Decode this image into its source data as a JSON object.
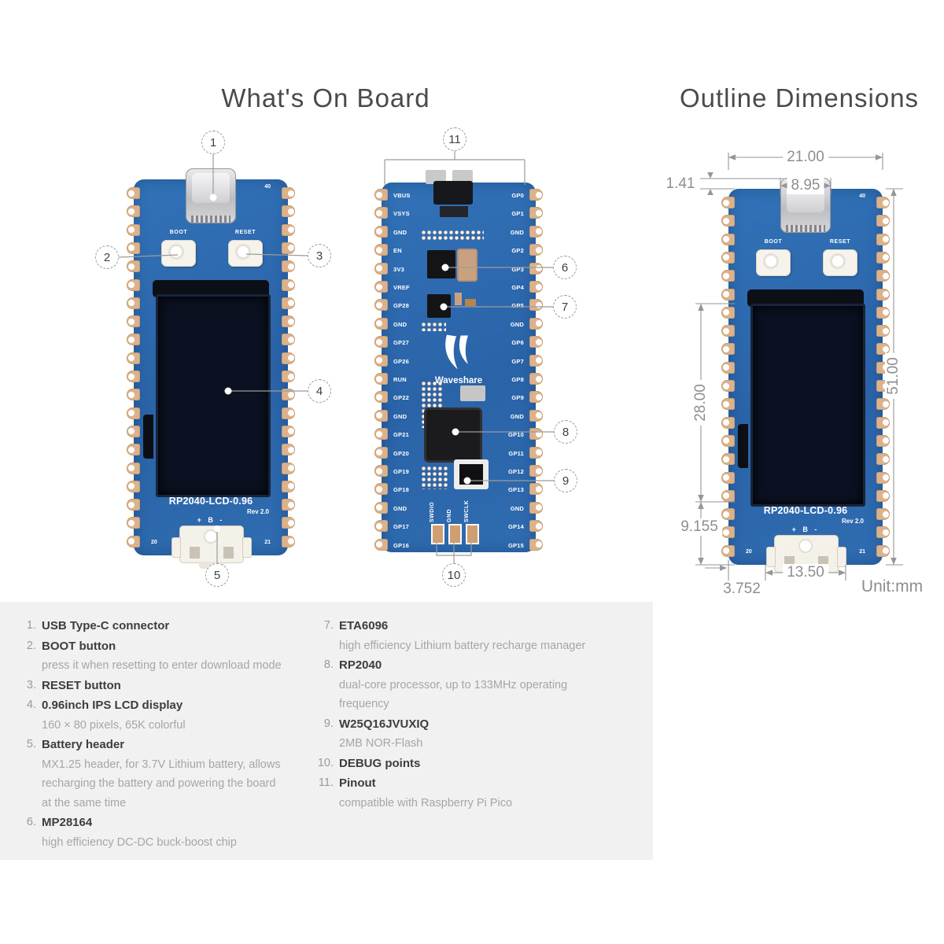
{
  "titles": {
    "left": "What's On Board",
    "right": "Outline Dimensions"
  },
  "board": {
    "model": "RP2040-LCD-0.96",
    "rev": "Rev 2.0",
    "boot_label": "BOOT",
    "reset_label": "RESET",
    "battery_marks": "+ B -",
    "brand": "Waveshare",
    "pin_numbers": {
      "top_right": "40",
      "bottom_left": "20",
      "bottom_right": "21"
    },
    "debug_pads": [
      "SWDIO",
      "GND",
      "SWCLK"
    ],
    "pins_left": [
      "VBUS",
      "VSYS",
      "GND",
      "EN",
      "3V3",
      "VREF",
      "GP28",
      "GND",
      "GP27",
      "GP26",
      "RUN",
      "GP22",
      "GND",
      "GP21",
      "GP20",
      "GP19",
      "GP18",
      "GND",
      "GP17",
      "GP16"
    ],
    "pins_right": [
      "GP0",
      "GP1",
      "GND",
      "GP2",
      "GP3",
      "GP4",
      "GP5",
      "GND",
      "GP6",
      "GP7",
      "GP8",
      "GP9",
      "GND",
      "GP10",
      "GP11",
      "GP12",
      "GP13",
      "GND",
      "GP14",
      "GP15"
    ]
  },
  "callouts": [
    "1",
    "2",
    "3",
    "4",
    "5",
    "6",
    "7",
    "8",
    "9",
    "10",
    "11"
  ],
  "dimensions": {
    "board_width": "21.00",
    "usb_width": "8.95",
    "usb_overhang": "1.41",
    "display_height": "28.00",
    "board_height": "51.00",
    "bottom_height": "9.155",
    "connector_width": "13.50",
    "edge_offset": "3.752",
    "unit": "Unit:mm"
  },
  "colors": {
    "board_blue": "#2a63a8",
    "pin_tan": "#dcb28c",
    "lcd_black": "#0b1120",
    "legend_bg": "#f1f1f2",
    "line_gray": "#969696"
  },
  "legend": {
    "left": [
      {
        "num": "1.",
        "title": "USB Type-C connector",
        "desc": []
      },
      {
        "num": "2.",
        "title": "BOOT button",
        "desc": [
          "press it when resetting to enter download mode"
        ]
      },
      {
        "num": "3.",
        "title": "RESET button",
        "desc": []
      },
      {
        "num": "4.",
        "title": "0.96inch IPS LCD display",
        "desc": [
          "160 × 80 pixels, 65K colorful"
        ]
      },
      {
        "num": "5.",
        "title": "Battery header",
        "desc": [
          "MX1.25 header, for 3.7V Lithium battery, allows",
          "recharging the battery and powering the board",
          "at the same time"
        ]
      },
      {
        "num": "6.",
        "title": "MP28164",
        "desc": [
          "high efficiency DC-DC buck-boost chip"
        ]
      }
    ],
    "right": [
      {
        "num": "7.",
        "title": "ETA6096",
        "desc": [
          "high efficiency Lithium battery recharge manager"
        ]
      },
      {
        "num": "8.",
        "title": "RP2040",
        "desc": [
          "dual-core processor, up to 133MHz operating",
          "frequency"
        ]
      },
      {
        "num": "9.",
        "title": "W25Q16JVUXIQ",
        "desc": [
          "2MB NOR-Flash"
        ]
      },
      {
        "num": "10.",
        "title": "DEBUG points",
        "desc": []
      },
      {
        "num": "11.",
        "title": "Pinout",
        "desc": [
          "compatible with Raspberry Pi Pico"
        ]
      }
    ]
  }
}
